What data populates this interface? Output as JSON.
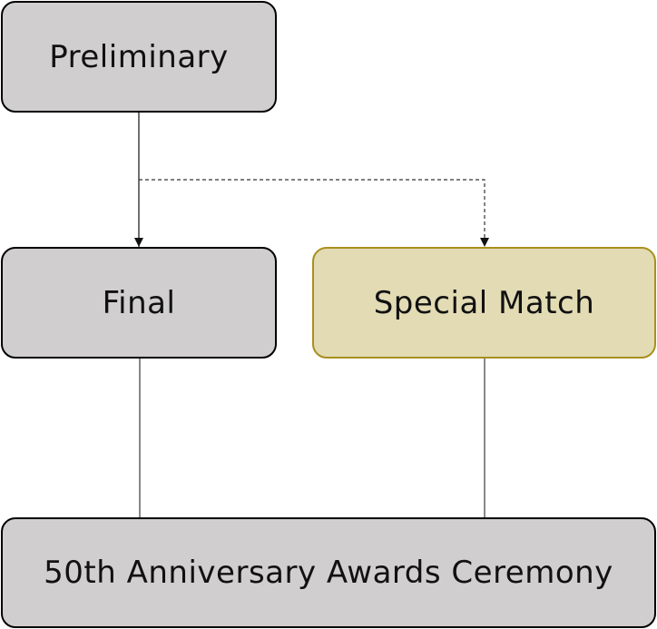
{
  "diagram": {
    "nodes": [
      {
        "id": "preliminary",
        "label": "Preliminary",
        "style": "gray"
      },
      {
        "id": "final",
        "label": "Final",
        "style": "gray"
      },
      {
        "id": "special",
        "label": "Special Match",
        "style": "tan"
      },
      {
        "id": "awards",
        "label": "50th Anniversary Awards Ceremony",
        "style": "gray"
      }
    ],
    "edges": [
      {
        "from": "preliminary",
        "to": "final",
        "line": "solid"
      },
      {
        "from": "preliminary",
        "to": "special",
        "line": "dashed"
      },
      {
        "from": "final",
        "to": "awards",
        "line": "solid"
      },
      {
        "from": "special",
        "to": "awards",
        "line": "solid"
      }
    ],
    "colors": {
      "gray_fill": "#d0cece",
      "gray_border": "#000000",
      "tan_fill": "#e2dbb4",
      "tan_border": "#a8901e"
    }
  }
}
